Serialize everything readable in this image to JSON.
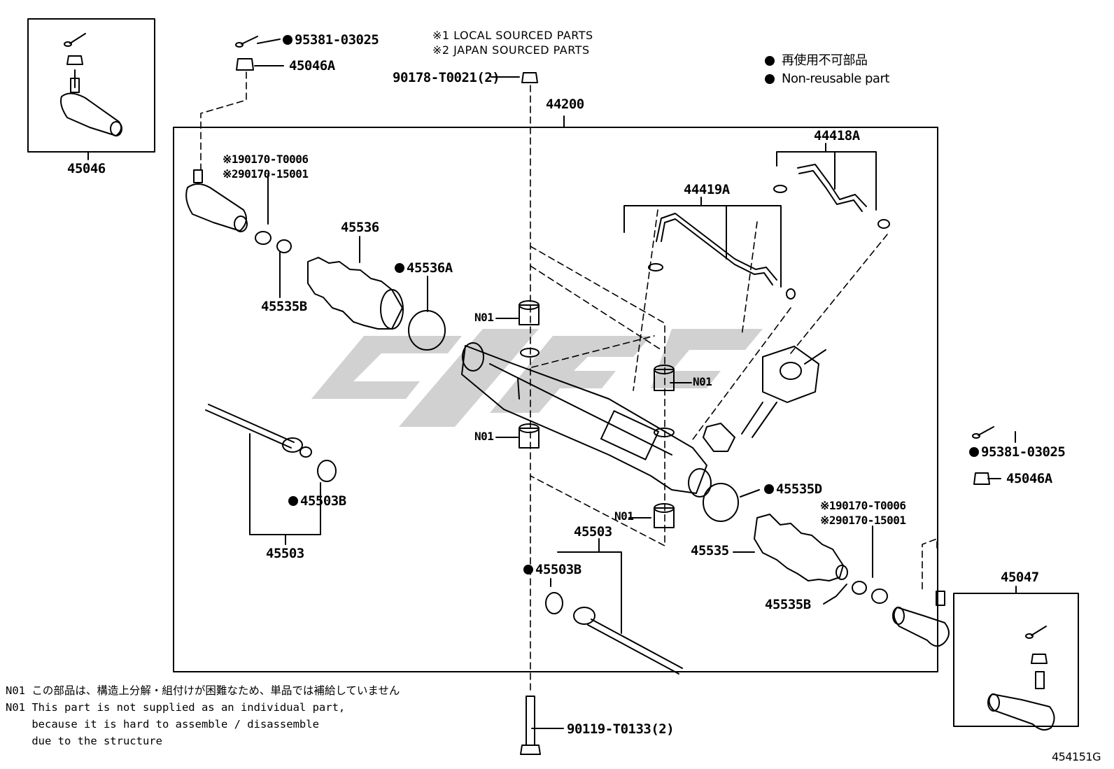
{
  "notes": {
    "local": "※1 LOCAL SOURCED PARTS",
    "japan": "※2 JAPAN SOURCED PARTS"
  },
  "legend": {
    "jp": "再使用不可部品",
    "en": "Non-reusable part"
  },
  "parts": {
    "p45046": "45046",
    "p95381_top": "95381-03025",
    "p45046A_top": "45046A",
    "p90178": "90178-T0021(2)",
    "p44200": "44200",
    "p44418A": "44418A",
    "p44419A": "44419A",
    "p190170_l": "※190170-T0006",
    "p290170_l": "※290170-15001",
    "p45536": "45536",
    "p45536A": "45536A",
    "p45535B_l": "45535B",
    "n01_a": "N01",
    "n01_b": "N01",
    "n01_c": "N01",
    "n01_d": "N01",
    "p45503B_l": "45503B",
    "p45503_l": "45503",
    "p45503_r": "45503",
    "p45503B_r": "45503B",
    "p45535D": "45535D",
    "p45535": "45535",
    "p190170_r": "※190170-T0006",
    "p290170_r": "※290170-15001",
    "p45535B_r": "45535B",
    "p95381_r": "95381-03025",
    "p45046A_r": "45046A",
    "p45047": "45047",
    "p90119": "90119-T0133(2)"
  },
  "footnote": {
    "jp": "N01 この部品は、構造上分解・組付けが困難なため、単品では補給していません",
    "en1": "N01 This part is not supplied as an individual part,",
    "en2": "    because it is hard to assemble / disassemble",
    "en3": "    due to the structure"
  },
  "diagram_code": "454151G",
  "colors": {
    "line": "#000000",
    "watermark": "#c8c8c8"
  }
}
